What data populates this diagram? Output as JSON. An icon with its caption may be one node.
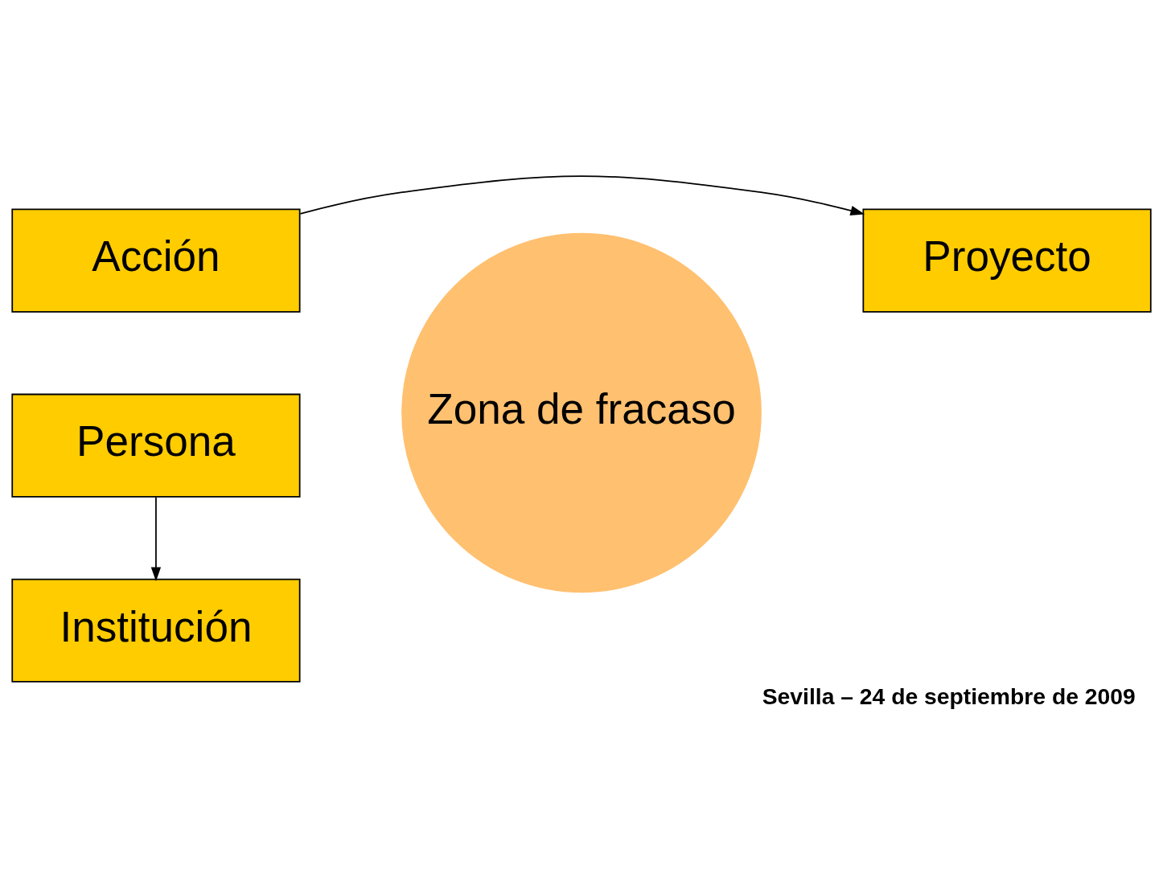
{
  "diagram": {
    "caption": "Sevilla – 24 de septiembre de 2009",
    "nodes": [
      {
        "text": [
          "Institución"
        ]
      },
      {
        "text": [
          "Acción"
        ]
      },
      {
        "text": [
          "Proyecto"
        ]
      },
      {
        "text": [
          "Zona de fracaso"
        ]
      },
      {
        "text": [
          "Persona"
        ]
      }
    ],
    "edges": [
      {
        "from": 1,
        "to": 2,
        "arrow": "to"
      },
      {
        "from": 4,
        "to": 0,
        "arrow": "to"
      }
    ]
  }
}
